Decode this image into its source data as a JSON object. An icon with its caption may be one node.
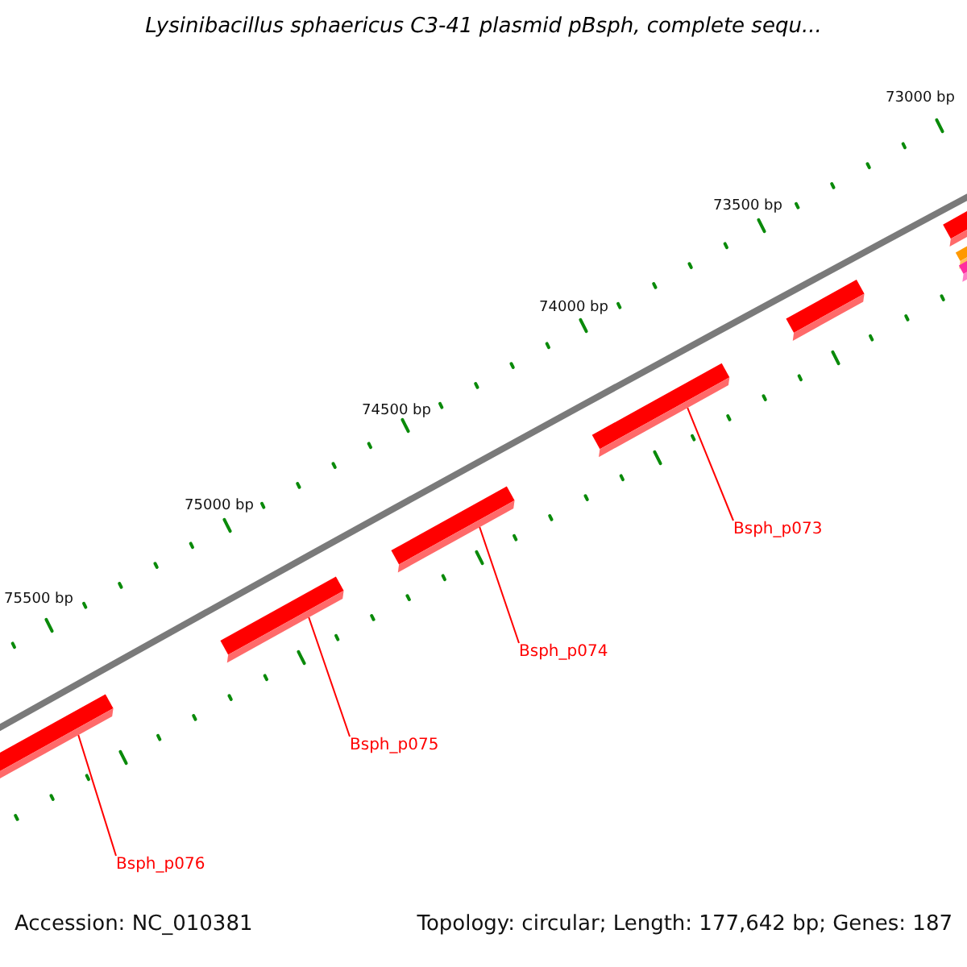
{
  "diagram": {
    "title": "Lysinibacillus sphaericus C3-41 plasmid pBsph, complete sequ...",
    "nodes": [
      {
        "text": [
          "Bsph_p073"
        ]
      },
      {
        "text": [
          "Bsph_p074"
        ]
      },
      {
        "text": [
          "Bsph_p075"
        ]
      },
      {
        "text": [
          "Bsph_p076"
        ]
      },
      {
        "text": [],
        "shape": "bar"
      },
      {
        "text": [],
        "shape": "bar"
      },
      {
        "text": [],
        "shape": "bar"
      },
      {
        "text": [],
        "shape": "bar"
      },
      {
        "text": [],
        "shape": "bar"
      },
      {
        "text": [],
        "shape": "bar"
      },
      {
        "text": [],
        "shape": "bar"
      },
      {
        "text": [],
        "shape": "bar"
      }
    ],
    "edges": [
      {
        "from": 0,
        "to": 4,
        "arrow": "none"
      },
      {
        "from": 1,
        "to": 5,
        "arrow": "none"
      },
      {
        "from": 2,
        "to": 6,
        "arrow": "none"
      },
      {
        "from": 3,
        "to": 7,
        "arrow": "none"
      }
    ],
    "labels": [
      "73000 bp",
      "73500 bp",
      "74000 bp",
      "74500 bp",
      "75000 bp",
      "75500 bp",
      "Accession: NC_010381",
      "Topology: circular; Length: 177,642 bp; Genes: 187"
    ]
  }
}
